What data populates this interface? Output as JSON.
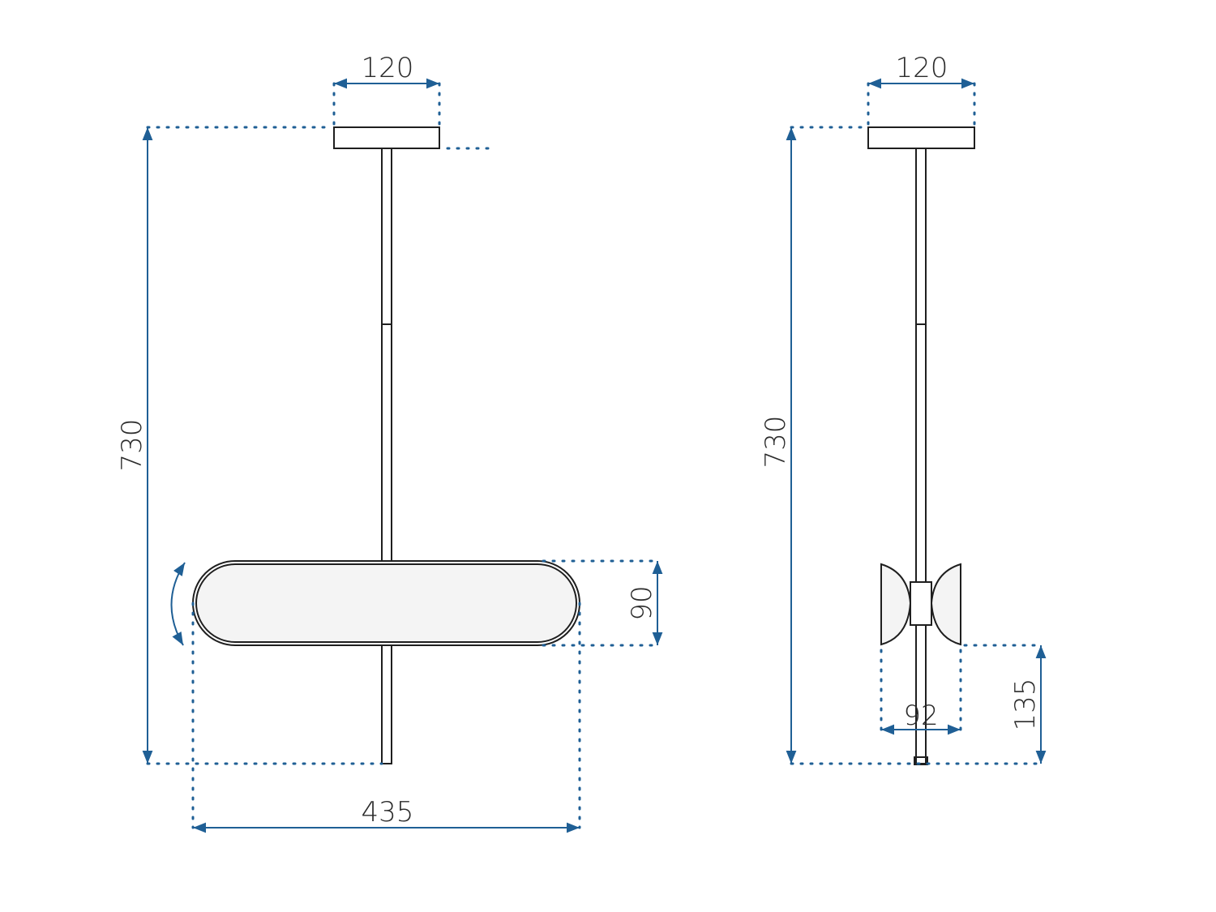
{
  "dimensions": {
    "front_canopy_width": "120",
    "front_height": "730",
    "front_shade_height": "90",
    "front_shade_width": "435",
    "side_canopy_width": "120",
    "side_height": "730",
    "side_shade_depth": "92",
    "side_bottom_offset": "135"
  },
  "colors": {
    "dimension": "#1f5f95",
    "outline": "#1f1f1f",
    "shade_fill": "#f4f4f4"
  },
  "icons": {
    "rotation": "rotation-arrow-icon"
  }
}
